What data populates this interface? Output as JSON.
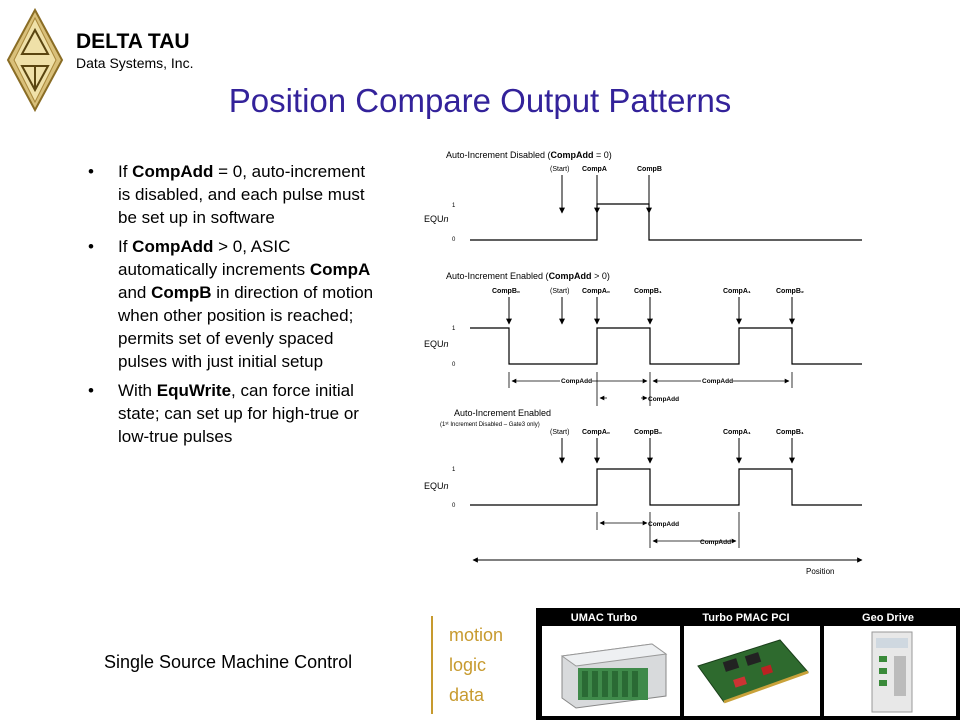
{
  "brand": {
    "name": "DELTA TAU",
    "subtitle": "Data Systems, Inc."
  },
  "title": "Position Compare Output Patterns",
  "bullets": [
    {
      "parts": [
        {
          "t": "If ",
          "b": false
        },
        {
          "t": "CompAdd",
          "b": true
        },
        {
          "t": " = 0, auto-increment is disabled, and each pulse must be set up in software",
          "b": false
        }
      ]
    },
    {
      "parts": [
        {
          "t": "If ",
          "b": false
        },
        {
          "t": "CompAdd",
          "b": true
        },
        {
          "t": " > 0, ASIC automatically increments ",
          "b": false
        },
        {
          "t": "CompA",
          "b": true
        },
        {
          "t": " and ",
          "b": false
        },
        {
          "t": "CompB",
          "b": true
        },
        {
          "t": " in direction of motion when other position is reached; permits set of evenly spaced pulses with just initial setup",
          "b": false
        }
      ]
    },
    {
      "parts": [
        {
          "t": "With ",
          "b": false
        },
        {
          "t": "EquWrite",
          "b": true
        },
        {
          "t": ", can force initial state; can set up for high-true or low-true pulses",
          "b": false
        }
      ]
    }
  ],
  "diagram": {
    "d1": {
      "title_pre": "Auto-Increment Disabled (",
      "title_bold": "CompAdd",
      "title_post": " = 0)",
      "start": "(Start)",
      "compa": "CompA",
      "compb": "CompB"
    },
    "d2": {
      "title_pre": "Auto-Increment Enabled (",
      "title_bold": "CompAdd",
      "title_post": " > 0)",
      "compb0": "CompB₀",
      "start": "(Start)",
      "compa0": "CompA₀",
      "compb1": "CompB₁",
      "compa1": "CompA₁",
      "compb2": "CompB₂",
      "compadd": "CompAdd"
    },
    "d3": {
      "title": "Auto-Increment Enabled",
      "subtitle": "(1ˢᵗ Increment Disabled – Gate3 only)",
      "start": "(Start)",
      "compa0": "CompA₀",
      "compb0": "CompB₀",
      "compa1": "CompA₁",
      "compb1": "CompB₁",
      "compadd": "CompAdd"
    },
    "equ_label": "EQU",
    "equ_italic": "n",
    "level_high": "1",
    "level_low": "0",
    "position": "Position"
  },
  "footer": {
    "tagline": "Single Source Machine Control",
    "words": [
      "motion",
      "logic",
      "data"
    ],
    "products": [
      "UMAC Turbo",
      "Turbo PMAC PCI",
      "Geo Drive"
    ]
  },
  "colors": {
    "title": "#33229a",
    "accent": "#c79a2e",
    "logo_gold": "#c8a850"
  }
}
